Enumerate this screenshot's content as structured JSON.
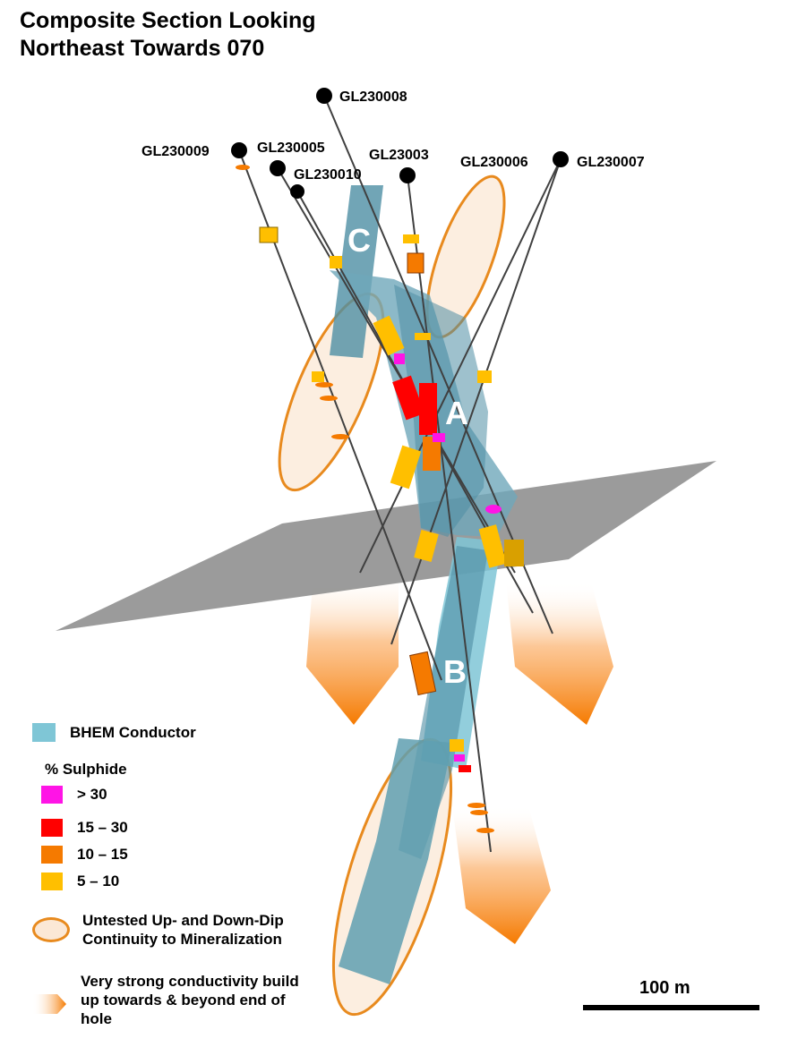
{
  "title": {
    "line1": "Composite Section Looking",
    "line2": "Northeast Towards 070"
  },
  "holes": {
    "gl230008": "GL230008",
    "gl230009": "GL230009",
    "gl230005": "GL230005",
    "gl230010": "GL230010",
    "gl23003": "GL23003",
    "gl230006": "GL230006",
    "gl230007": "GL230007"
  },
  "zones": {
    "a": "A",
    "b": "B",
    "c": "C"
  },
  "legend": {
    "conductor": "BHEM Conductor",
    "sulphide_title": "% Sulphide",
    "classes": [
      {
        "label": "> 30",
        "color": "#ff14e6"
      },
      {
        "label": "15 – 30",
        "color": "#ff0000"
      },
      {
        "label": "10 – 15",
        "color": "#f57a00"
      },
      {
        "label": "5 – 10",
        "color": "#ffbf00"
      }
    ],
    "untested": "Untested Up- and Down-Dip Continuity to Mineralization",
    "conductivity": "Very strong conductivity build up towards & beyond end of hole"
  },
  "scale": {
    "label": "100 m"
  },
  "colors": {
    "conductor": "#7fc6d6",
    "conductor_dark": "#4e8ea4",
    "untested_outline": "#e88a1e",
    "untested_fill": "#fbe8d6",
    "plane": "#8a8a8a"
  }
}
